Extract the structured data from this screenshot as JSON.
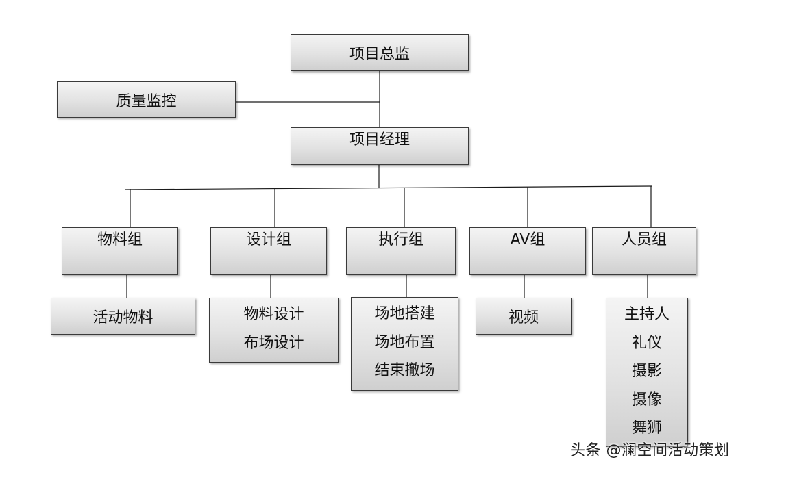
{
  "top": {
    "director": "项目总监"
  },
  "side": {
    "quality": "质量监控"
  },
  "manager": {
    "title": "项目经理"
  },
  "groups": [
    {
      "name": "物料组",
      "tasks": [
        "活动物料"
      ]
    },
    {
      "name": "设计组",
      "tasks": [
        "物料设计",
        "布场设计"
      ]
    },
    {
      "name": "执行组",
      "tasks": [
        "场地搭建",
        "场地布置",
        "结束撤场"
      ]
    },
    {
      "name": "AV组",
      "tasks": [
        "视频"
      ]
    },
    {
      "name": "人员组",
      "tasks": [
        "主持人",
        "礼仪",
        "摄影",
        "摄像",
        "舞狮"
      ]
    }
  ],
  "watermark": "头条 @澜空间活动策划"
}
